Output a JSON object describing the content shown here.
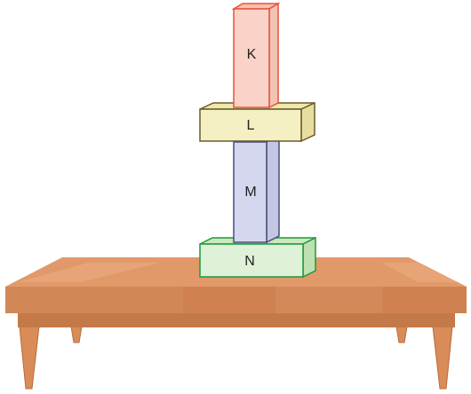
{
  "blocks": {
    "k": {
      "label": "K"
    },
    "l": {
      "label": "L"
    },
    "m": {
      "label": "M"
    },
    "n": {
      "label": "N"
    }
  },
  "colors": {
    "k_face": "#f9d3c8",
    "k_edge": "#e8523a",
    "l_face": "#f5f0c3",
    "l_edge": "#6b5a2a",
    "m_face": "#d4d7ee",
    "m_edge": "#4a4f7a",
    "n_face": "#dff1d8",
    "n_edge": "#1d9a3a",
    "table_top": "#e2996a",
    "table_front": "#cf8250",
    "table_leg": "#d98b58"
  }
}
